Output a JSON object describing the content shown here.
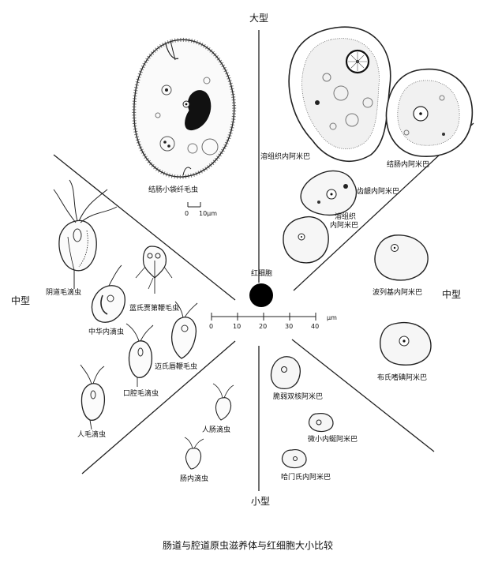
{
  "categories": {
    "large": "大型",
    "medium_left": "中型",
    "medium_right": "中型",
    "small": "小型"
  },
  "center": {
    "rbc_label": "红细胞",
    "scale_ticks": [
      "0",
      "10",
      "20",
      "30",
      "40"
    ],
    "scale_unit": "μm"
  },
  "organisms": {
    "balantidium": "结肠小袋纤毛虫",
    "balantidium_scale_ticks": [
      "0",
      "10μm"
    ],
    "e_histolytica": "溶组织内阿米巴",
    "e_coli": "结肠内阿米巴",
    "e_gingivalis": "齿龈内阿米巴",
    "e_histolytica_small_line1": "溶组织",
    "e_histolytica_small_line2": "内阿米巴",
    "e_polecki": "波列基内阿米巴",
    "iodamoeba": "布氏嗜碘阿米巴",
    "trichomonas_vaginalis": "阴道毛滴虫",
    "giardia": "蓝氏贾第鞭毛虫",
    "chilomastix": "中华内滴虫",
    "retortamonas": "迈氏唇鞭毛虫",
    "trichomonas_tenax": "口腔毛滴虫",
    "pentatrichomonas": "人毛滴虫",
    "dientamoeba": "脆弱双核阿米巴",
    "endolimax": "微小内蜒阿米巴",
    "e_hartmanni": "哈门氏内阿米巴",
    "enteromonas": "人肠滴虫",
    "embadomonas": "肠内滴虫"
  },
  "caption": "肠道与腔道原虫滋养体与红细胞大小比较"
}
